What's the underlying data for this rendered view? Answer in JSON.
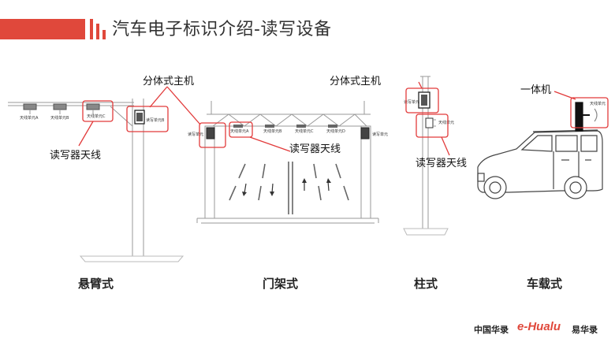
{
  "header": {
    "title": "汽车电子标识介绍-读写设备",
    "accent_color": "#e0483b"
  },
  "labels": {
    "split_host_1": "分体式主机",
    "antenna_1": "读写器天线",
    "antenna_2": "读写器天线",
    "split_host_2": "分体式主机",
    "antenna_3": "读写器天线",
    "integrated": "一体机"
  },
  "small_text": {
    "cant_a": "天线单元A",
    "cant_b": "天线单元B",
    "cant_c": "天线单元C",
    "cant_d": "读写单元B",
    "g1": "读写单元",
    "g2": "天线单元A",
    "g3": "天线单元B",
    "g4": "天线单元C",
    "g5": "天线单元D",
    "g6": "读写单元",
    "p1": "读写单元",
    "p2": "天线单元",
    "car": "天线单元"
  },
  "captions": {
    "cantilever": "悬臂式",
    "gantry": "门架式",
    "pole": "柱式",
    "vehicle": "车载式"
  },
  "footer": {
    "brand_cn": "中国华录",
    "brand_en": "e-Hualu",
    "brand_short": "易华录"
  }
}
